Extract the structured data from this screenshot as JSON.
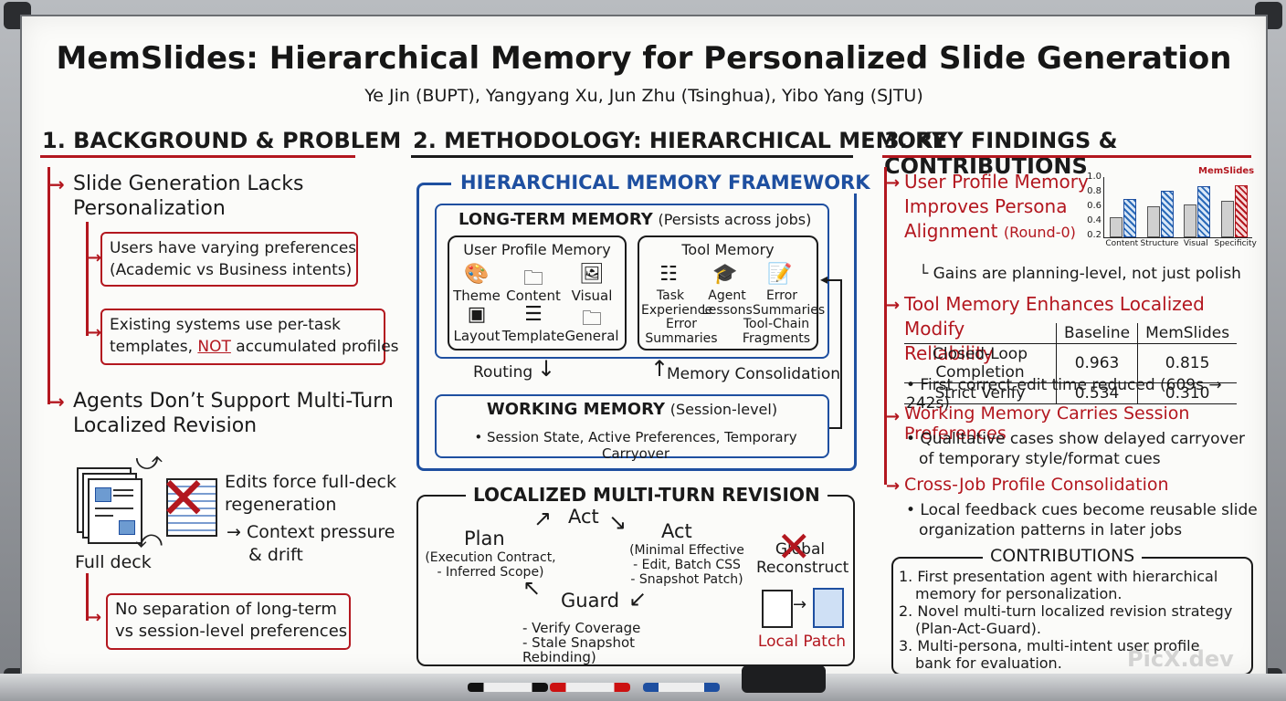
{
  "title": "MemSlides: Hierarchical Memory for Personalized Slide Generation",
  "authors": "Ye Jin (BUPT), Yangyang Xu, Jun Zhu (Tsinghua), Yibo Yang (SJTU)",
  "sections": {
    "background": "1. BACKGROUND & PROBLEM",
    "methodology": "2. METHODOLOGY: HIERARCHICAL MEMORY",
    "findings": "3. KEY FINDINGS & CONTRIBUTIONS"
  },
  "background": {
    "p1_line1": "Slide Generation Lacks",
    "p1_line2": "Personalization",
    "box1_line1": "Users have varying preferences",
    "box1_line2": "(Academic vs Business intents)",
    "box2_line1": "Existing systems use per-task",
    "box2_line2_a": "templates, ",
    "box2_line2_b": "NOT",
    "box2_line2_c": " accumulated profiles",
    "p2_line1": "Agents Don’t Support Multi-Turn",
    "p2_line2": "Localized Revision",
    "edits_line1": "Edits force full-deck",
    "edits_line2": "regeneration",
    "context_line1": "→ Context pressure",
    "context_line2": "& drift",
    "full_deck": "Full deck",
    "box3_line1": "No separation of long-term",
    "box3_line2": "vs session-level preferences"
  },
  "methodology": {
    "framework_title": "HIERARCHICAL MEMORY FRAMEWORK",
    "ltm_title": "LONG-TERM MEMORY",
    "ltm_sub": "(Persists across jobs)",
    "upm_title": "User Profile Memory",
    "upm_items": [
      "Theme",
      "Content",
      "Visual",
      "Layout",
      "Template",
      "General"
    ],
    "tool_title": "Tool Memory",
    "tool_items": [
      "Task\nExperience",
      "Agent\nLessons",
      "Error\nSummaries"
    ],
    "tool_bottom_left": "Error\nSummaries",
    "tool_bottom_right": "Tool-Chain\nFragments",
    "routing": "Routing",
    "consolidation": "Memory Consolidation",
    "wm_title": "WORKING MEMORY",
    "wm_sub": "(Session-level)",
    "wm_items": "• Session State,  Active Preferences,  Temporary Carryover",
    "rev_title": "LOCALIZED MULTI-TURN REVISION",
    "plan": "Plan",
    "plan_sub": "(Execution Contract,\n- Inferred Scope)",
    "act1": "Act",
    "act2": "Act",
    "act_sub": "(Minimal Effective\n- Edit, Batch CSS\n- Snapshot Patch)",
    "guard": "Guard",
    "guard_sub": "- Verify Coverage\n- Stale Snapshot Rebinding)",
    "global": "Global\nReconstruct",
    "local_patch": "Local Patch"
  },
  "findings": {
    "f1_line1": "User Profile Memory",
    "f1_line2": "Improves Persona",
    "f1_line3": "Alignment",
    "f1_round": "(Round-0)",
    "f1_note": "└ Gains are planning-level, not just polish",
    "f2_line1": "Tool Memory Enhances Localized Modify",
    "f2_line2": "Reliability",
    "table_header": [
      "",
      "Baseline",
      "MemSlides"
    ],
    "table_rows": [
      [
        "Closed-Loop Completion",
        "0.963",
        "0.815"
      ],
      [
        "Strict Verify",
        "0.534",
        "0.310"
      ]
    ],
    "f2_note": "• First correct edit time reduced (609s → 242s)",
    "f3": "Working Memory Carries Session Preferences",
    "f3_note_line1": "• Qualitative cases show delayed carryover",
    "f3_note_line2": "of temporary style/format cues",
    "f4": "Cross-Job Profile Consolidation",
    "f4_note_line1": "• Local feedback cues become reusable slide",
    "f4_note_line2": "organization patterns in later jobs",
    "contrib_title": "CONTRIBUTIONS",
    "contrib_items": [
      "1. First presentation agent with hierarchical",
      "memory for personalization.",
      "2. Novel multi-turn localized revision strategy",
      "(Plan-Act-Guard).",
      "3. Multi-persona, multi-intent user profile",
      "bank for evaluation."
    ]
  },
  "chart_data": {
    "type": "bar",
    "categories": [
      "Content",
      "Structure",
      "Visual",
      "Specificity"
    ],
    "series": [
      {
        "values": [
          0.31,
          0.49,
          0.52,
          0.58
        ]
      },
      {
        "name": "MemSlides",
        "values": [
          0.6,
          0.74,
          0.82,
          0.84
        ]
      }
    ],
    "yticks": [
      "0.2",
      "0.4",
      "0.6",
      "0.8",
      "1.0"
    ],
    "ylim": [
      0,
      1.0
    ]
  },
  "watermark": "PicX.dev",
  "colors": {
    "red": "#b3171f",
    "blue": "#1e4fa0"
  }
}
